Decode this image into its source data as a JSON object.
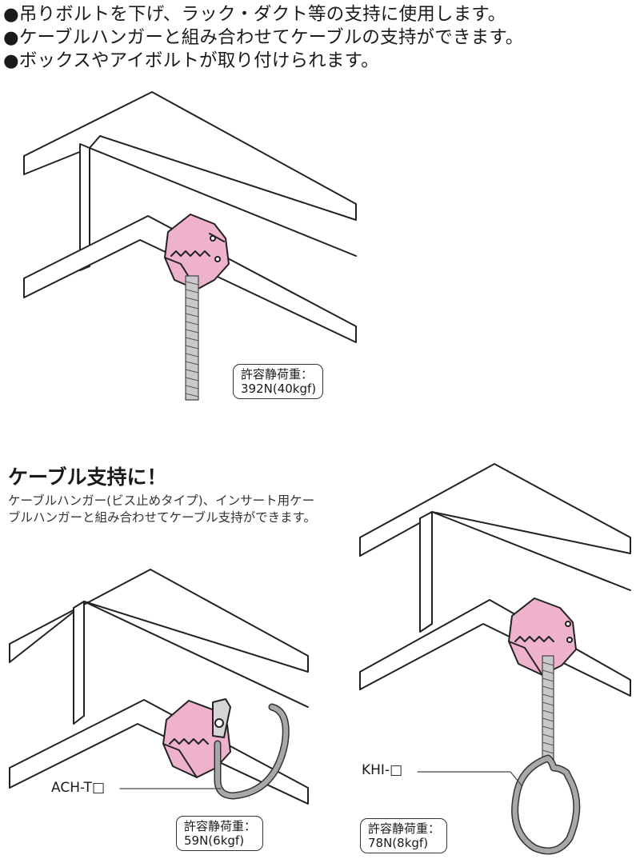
{
  "bullets": [
    "●吊りボルトを下げ、ラック・ダクト等の支持に使用します。",
    "●ケーブルハンガーと組み合わせてケーブルの支持ができます。",
    "●ボックスやアイボルトが取り付けられます。"
  ],
  "figure_top": {
    "load_label": "許容静荷重：",
    "load_value": "392N(40kgf)"
  },
  "section": {
    "title": "ケーブル支持に！",
    "description": "ケーブルハンガー(ビス止めタイプ)、インサート用ケーブルハンガーと組み合わせてケーブル支持ができます。"
  },
  "figure_left": {
    "code": "ACH-T□",
    "load_label": "許容静荷重：",
    "load_value": "59N(6kgf)"
  },
  "figure_right": {
    "code": "KHI-□",
    "load_label": "許容静荷重：",
    "load_value": "78N(8kgf)"
  },
  "colors": {
    "clip_pink": "#eeb2cd",
    "rod_gray": "#9a9a9a",
    "outline": "#222222"
  }
}
